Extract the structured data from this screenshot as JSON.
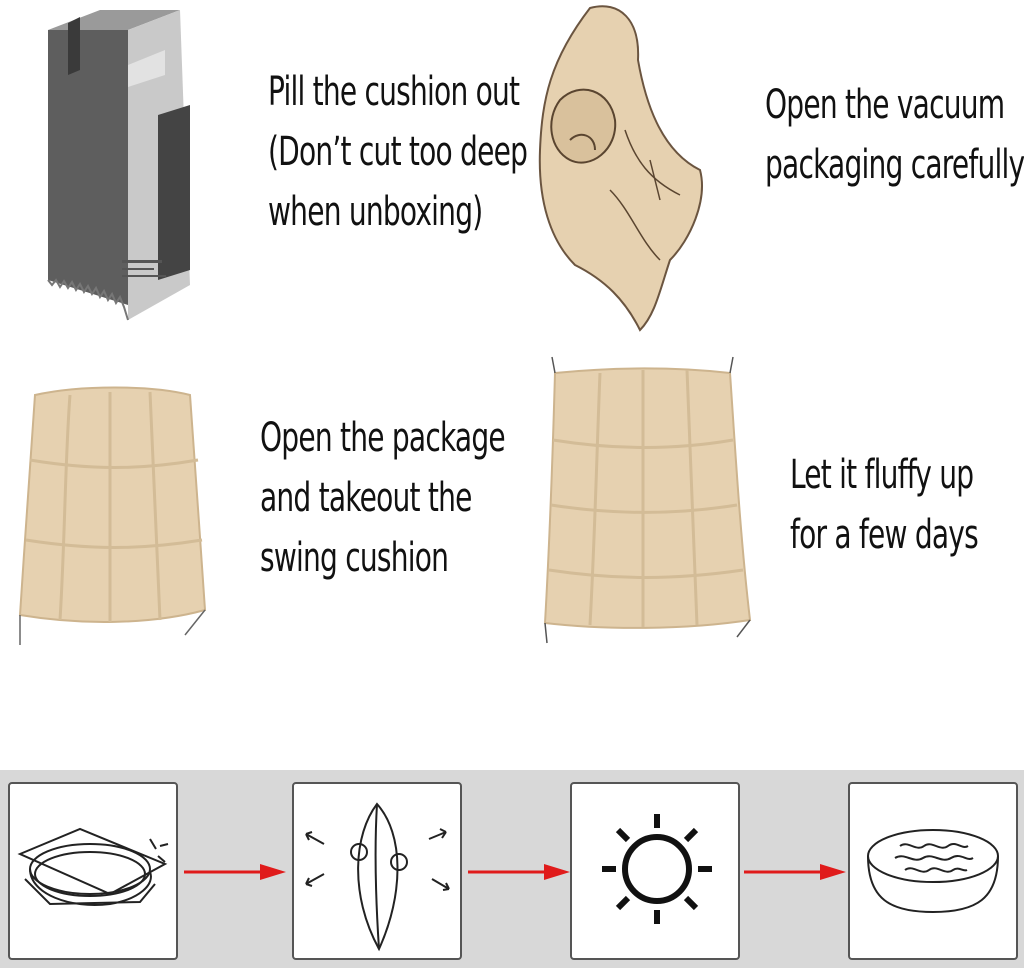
{
  "steps": [
    {
      "lines": [
        "Pill the cushion out",
        "(Don’t cut too deep",
        "when unboxing)"
      ],
      "image": "box-illustration"
    },
    {
      "lines": [
        "Open the vacuum",
        "packaging carefully"
      ],
      "image": "rolled-cushion-illustration"
    },
    {
      "lines": [
        "Open the package",
        "and takeout the",
        "swing cushion"
      ],
      "image": "flat-cushion-illustration"
    },
    {
      "lines": [
        "Let it fluffy up",
        "for a few days"
      ],
      "image": "fluffed-cushion-illustration"
    }
  ],
  "bottom_icons": [
    "compressed-cushion-icon",
    "shake-cushion-icon",
    "sun-icon",
    "fluffed-cushion-icon"
  ],
  "colors": {
    "cushion": "#e6d1b0",
    "cushion_shadow": "#cdb48e",
    "arrow": "#e01b1b",
    "band": "#d8d8d8",
    "box_dark": "#4a4a4a",
    "box_light": "#c8c8c8"
  }
}
